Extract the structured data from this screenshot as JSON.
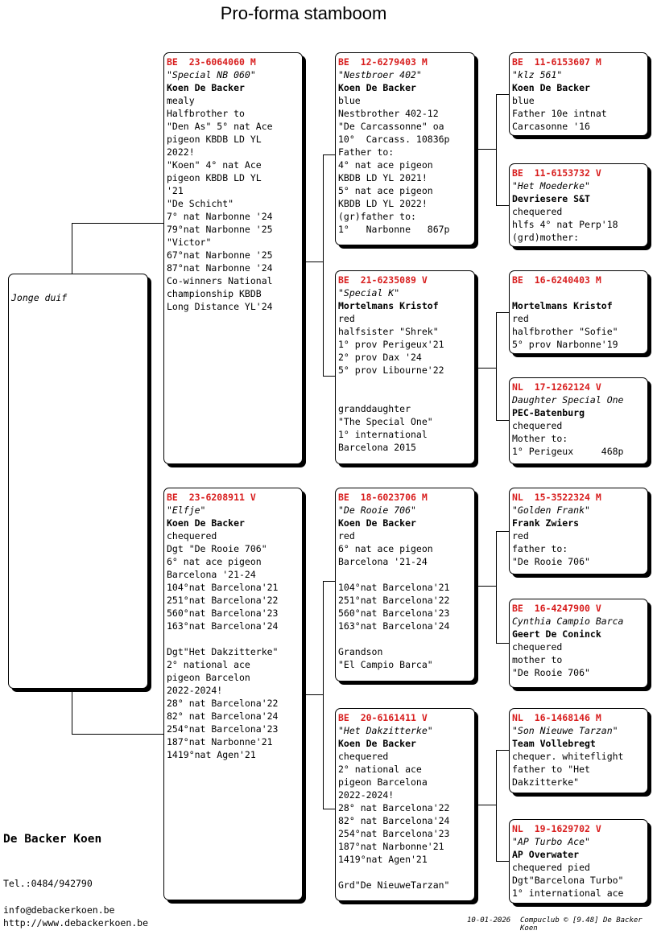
{
  "title": "Pro-forma stamboom",
  "subject": {
    "name": "Jonge duif"
  },
  "pigeons": {
    "father": {
      "ring": "BE  23-6064060 M",
      "name": "\"Special NB 060\"",
      "owner": "Koen De Backer",
      "lines": [
        "mealy",
        "Halfbrother to",
        "\"Den As\" 5° nat Ace",
        "pigeon KBDB LD YL",
        "2022!",
        "\"Koen\" 4° nat Ace",
        "pigeon KBDB LD YL",
        "'21",
        "\"De Schicht\"",
        "7° nat Narbonne '24",
        "79°nat Narbonne '25",
        "\"Victor\"",
        "67°nat Narbonne '25",
        "87°nat Narbonne '24",
        "Co-winners National",
        "championship KBDB",
        "Long Distance YL'24"
      ]
    },
    "mother": {
      "ring": "BE  23-6208911 V",
      "name": "\"Elfje\"",
      "owner": "Koen De Backer",
      "lines": [
        "chequered",
        "Dgt \"De Rooie 706\"",
        "6° nat ace pigeon",
        "Barcelona '21-24",
        "104°nat Barcelona'21",
        "251°nat Barcelona'22",
        "560°nat Barcelona'23",
        "163°nat Barcelona'24",
        "",
        "Dgt\"Het Dakzitterke\"",
        "2° national ace",
        "pigeon Barcelon",
        "2022-2024!",
        "28° nat Barcelona'22",
        "82° nat Barcelona'24",
        "254°nat Barcelona'23",
        "187°nat Narbonne'21",
        "1419°nat Agen'21"
      ]
    },
    "ff": {
      "ring": "BE  12-6279403 M",
      "name": "\"Nestbroer 402\"",
      "owner": "Koen De Backer",
      "lines": [
        "blue",
        "Nestbrother 402-12",
        "\"De Carcassonne\" oa",
        "10°  Carcass. 10836p",
        "Father to:",
        "4° nat ace pigeon",
        "KBDB LD YL 2021!",
        "5° nat ace pigeon",
        "KBDB LD YL 2022!",
        "(gr)father to:",
        "1°   Narbonne   867p"
      ]
    },
    "fm": {
      "ring": "BE  21-6235089 V",
      "name": "\"Special K\"",
      "owner": "Mortelmans Kristof",
      "lines": [
        "red",
        "halfsister \"Shrek\"",
        "1° prov Perigeux'21",
        "2° prov Dax '24",
        "5° prov Libourne'22",
        "",
        "",
        "granddaughter",
        "\"The Special One\"",
        "1° international",
        "Barcelona 2015"
      ]
    },
    "mf": {
      "ring": "BE  18-6023706 M",
      "name": "\"De Rooie 706\"",
      "owner": "Koen De Backer",
      "lines": [
        "red",
        "6° nat ace pigeon",
        "Barcelona '21-24",
        "",
        "104°nat Barcelona'21",
        "251°nat Barcelona'22",
        "560°nat Barcelona'23",
        "163°nat Barcelona'24",
        "",
        "Grandson",
        "\"El Campio Barca\""
      ]
    },
    "mm": {
      "ring": "BE  20-6161411 V",
      "name": "\"Het Dakzitterke\"",
      "owner": "Koen De Backer",
      "lines": [
        "chequered",
        "2° national ace",
        "pigeon Barcelona",
        "2022-2024!",
        "28° nat Barcelona'22",
        "82° nat Barcelona'24",
        "254°nat Barcelona'23",
        "187°nat Narbonne'21",
        "1419°nat Agen'21",
        "",
        "Grd\"De NieuweTarzan\""
      ]
    },
    "fff": {
      "ring": "BE  11-6153607 M",
      "name": "\"klz 561\"",
      "owner": "Koen De Backer",
      "lines": [
        "blue",
        "Father 10e intnat",
        "Carcasonne '16"
      ]
    },
    "ffm": {
      "ring": "BE  11-6153732 V",
      "name": "\"Het Moederke\"",
      "owner": "Devriesere S&T",
      "lines": [
        "chequered",
        "hlfs 4° nat Perp'18",
        "(grd)mother:"
      ]
    },
    "fmf": {
      "ring": "BE  16-6240403 M",
      "name": "",
      "owner": "Mortelmans Kristof",
      "lines": [
        "red",
        "halfbrother \"Sofie\"",
        "5° prov Narbonne'19"
      ]
    },
    "fmm": {
      "ring": "NL  17-1262124 V",
      "name": "Daughter Special One",
      "owner": "PEC-Batenburg",
      "lines": [
        "chequered",
        "Mother to:",
        "1° Perigeux     468p"
      ]
    },
    "mff": {
      "ring": "NL  15-3522324 M",
      "name": "\"Golden Frank\"",
      "owner": "Frank Zwiers",
      "lines": [
        "red",
        "father to:",
        "\"De Rooie 706\""
      ]
    },
    "mfm": {
      "ring": "BE  16-4247900 V",
      "name": "Cynthia Campio Barca",
      "owner": "Geert De Coninck",
      "lines": [
        "chequered",
        "mother to",
        "\"De Rooie 706\""
      ]
    },
    "mmf": {
      "ring": "NL  16-1468146 M",
      "name": "\"Son Nieuwe Tarzan\"",
      "owner": "Team Vollebregt",
      "lines": [
        "chequer. whiteflight",
        "father to \"Het",
        "Dakzitterke\""
      ]
    },
    "mmm": {
      "ring": "NL  19-1629702 V",
      "name": "\"AP Turbo Ace\"",
      "owner": "AP Overwater",
      "lines": [
        "chequered pied",
        "Dgt\"Barcelona Turbo\"",
        "1° international ace"
      ]
    }
  },
  "breeder": {
    "name": "De Backer Koen",
    "tel": "Tel.:0484/942790",
    "email": "info@debackerkoen.be",
    "web": "http://www.debackerkoen.be"
  },
  "footer": {
    "date": "10-01-2026",
    "credit": "Compuclub © [9.48]  De Backer Koen"
  }
}
